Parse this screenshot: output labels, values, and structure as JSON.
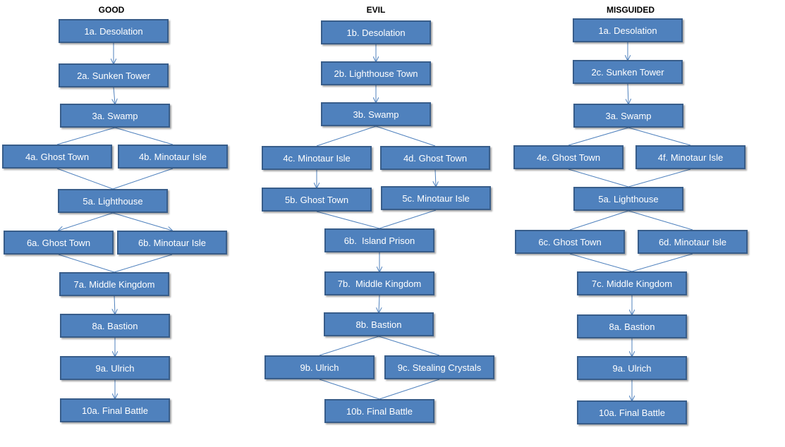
{
  "columns": [
    {
      "title": "GOOD",
      "nodes": {
        "n1": "1a. Desolation",
        "n2": "2a. Sunken Tower",
        "n3": "3a. Swamp",
        "n4l": "4a. Ghost Town",
        "n4r": "4b. Minotaur Isle",
        "n5": "5a. Lighthouse",
        "n6l": "6a. Ghost Town",
        "n6r": "6b. Minotaur Isle",
        "n7": "7a. Middle Kingdom",
        "n8": "8a. Bastion",
        "n9": "9a. Ulrich",
        "n10": "10a. Final Battle"
      }
    },
    {
      "title": "EVIL",
      "nodes": {
        "n1": "1b. Desolation",
        "n2": "2b. Lighthouse Town",
        "n3": "3b. Swamp",
        "n4l": "4c. Minotaur Isle",
        "n4r": "4d. Ghost Town",
        "n5l": "5b. Ghost Town",
        "n5r": "5c. Minotaur Isle",
        "n6": "6b.  Island Prison",
        "n7": "7b.  Middle Kingdom",
        "n8": "8b. Bastion",
        "n9l": "9b. Ulrich",
        "n9r": "9c. Stealing Crystals",
        "n10": "10b. Final Battle"
      }
    },
    {
      "title": "MISGUIDED",
      "nodes": {
        "n1": "1a. Desolation",
        "n2": "2c. Sunken Tower",
        "n3": "3a. Swamp",
        "n4l": "4e. Ghost Town",
        "n4r": "4f. Minotaur Isle",
        "n5": "5a. Lighthouse",
        "n6l": "6c. Ghost Town",
        "n6r": "6d. Minotaur Isle",
        "n7": "7c. Middle Kingdom",
        "n8": "8a. Bastion",
        "n9": "9a. Ulrich",
        "n10": "10a. Final Battle"
      }
    }
  ],
  "colors": {
    "box_fill": "#4f81bd",
    "box_border": "#385d8a",
    "connector": "#4f81bd"
  }
}
